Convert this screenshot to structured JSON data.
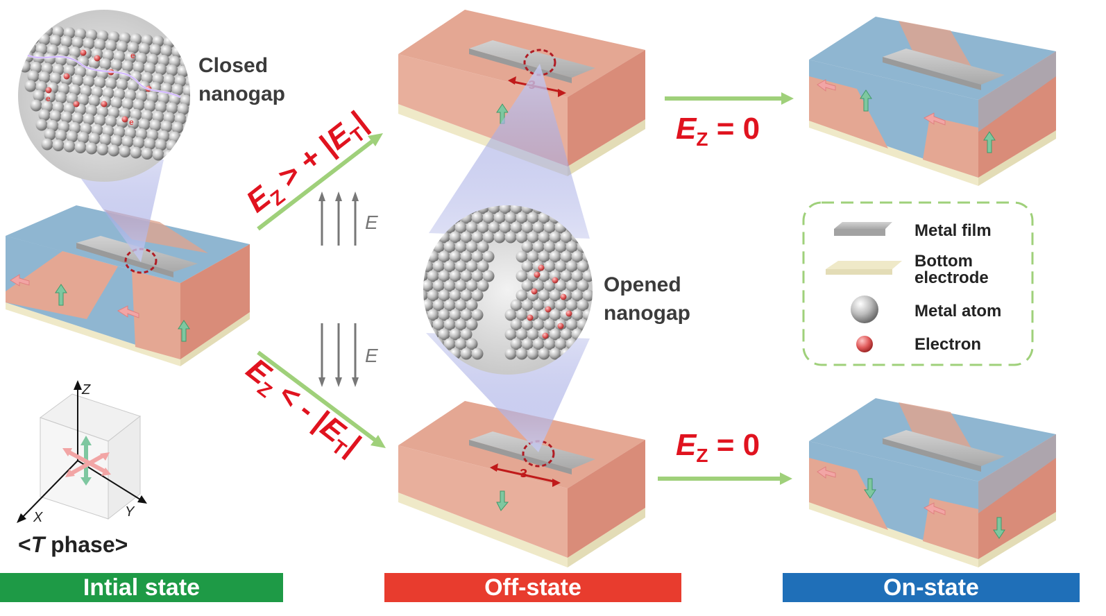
{
  "labels": {
    "closed_nanogap_1": "Closed",
    "closed_nanogap_2": "nanogap",
    "opened_nanogap_1": "Opened",
    "opened_nanogap_2": "nanogap",
    "field_e": "E",
    "electron_e": "e",
    "electron_minus": "-",
    "strain": "ε",
    "z_axis": "Z",
    "x_axis": "X",
    "y_axis": "Y",
    "t_phase_open": "<",
    "t_phase_t": "T",
    "t_phase_rest": " phase>"
  },
  "conditions": {
    "up": {
      "e": "E",
      "sub": "Z",
      "op": " > + |",
      "e2": "E",
      "sub2": "T",
      "close": "|"
    },
    "down": {
      "e": "E",
      "sub": "Z",
      "op": " < - |",
      "e2": "E",
      "sub2": "T",
      "close": "|"
    },
    "zero_top": {
      "e": "E",
      "sub": "Z",
      "rest": " = 0"
    },
    "zero_bottom": {
      "e": "E",
      "sub": "Z",
      "rest": " = 0"
    }
  },
  "legend": {
    "metal_film": "Metal film",
    "bottom_electrode_1": "Bottom",
    "bottom_electrode_2": "electrode",
    "metal_atom": "Metal atom",
    "electron": "Electron"
  },
  "banners": {
    "initial": "Intial state",
    "off": "Off-state",
    "on": "On-state"
  },
  "colors": {
    "green_banner": "#1e9a46",
    "red_banner": "#e83c2e",
    "blue_banner": "#1f6fb8",
    "condition_red": "#e0131f",
    "arrow_green": "#9fd07a",
    "domain_blue": "#8fb6d1",
    "domain_red": "#e4a793",
    "electrode": "#efe9c8"
  }
}
